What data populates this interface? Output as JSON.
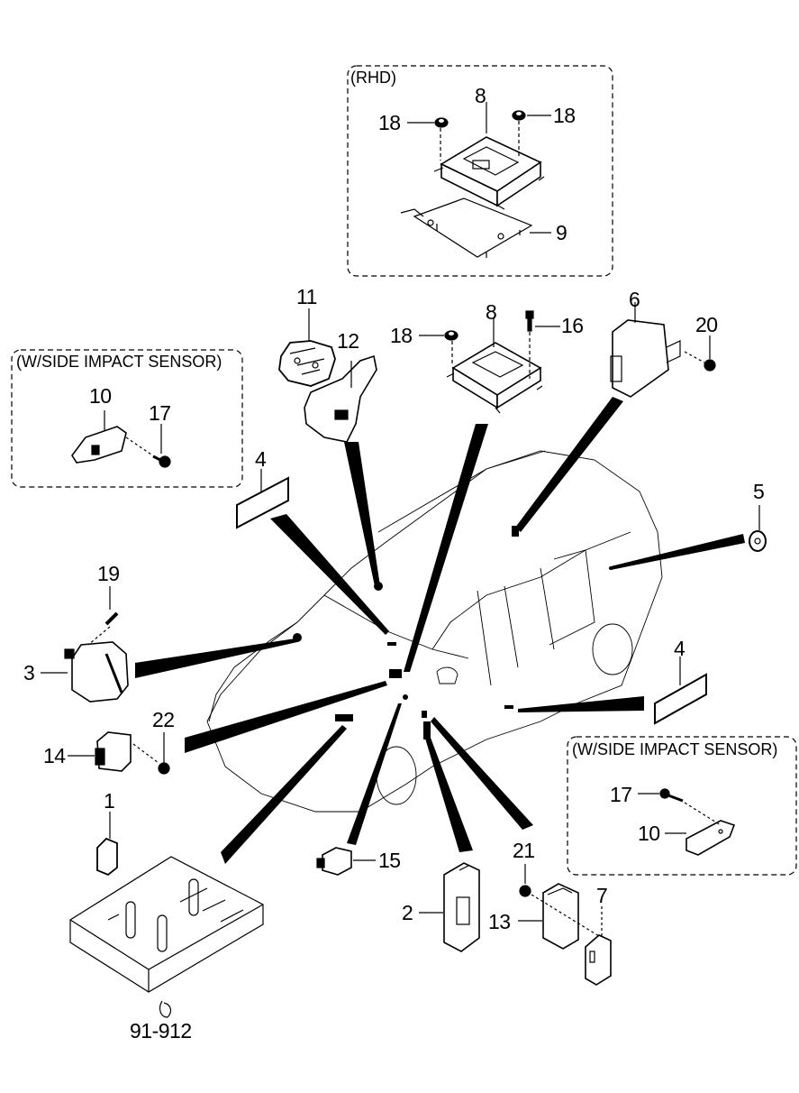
{
  "diagram": {
    "type": "exploded-parts-diagram",
    "subject": "Airbag / SRS electrical components on vehicle",
    "colors": {
      "line": "#000000",
      "background": "#ffffff"
    }
  },
  "groups": {
    "rhd": {
      "title": "(RHD)"
    },
    "side_impact_left": {
      "title": "(W/SIDE IMPACT SENSOR)"
    },
    "side_impact_right": {
      "title": "(W/SIDE IMPACT SENSOR)"
    }
  },
  "callouts": {
    "rhd_8": "8",
    "rhd_18_left": "18",
    "rhd_18_right": "18",
    "rhd_9": "9",
    "p11": "11",
    "p12": "12",
    "p8": "8",
    "p18": "18",
    "p16": "16",
    "p6": "6",
    "p20": "20",
    "p5": "5",
    "sl_10": "10",
    "sl_17": "17",
    "p4_left": "4",
    "p4_right": "4",
    "p19": "19",
    "p3": "3",
    "p22": "22",
    "p14": "14",
    "p1": "1",
    "ref": "91-912",
    "p15": "15",
    "p2": "2",
    "p21": "21",
    "p13": "13",
    "p7": "7",
    "sr_17": "17",
    "sr_10": "10"
  }
}
